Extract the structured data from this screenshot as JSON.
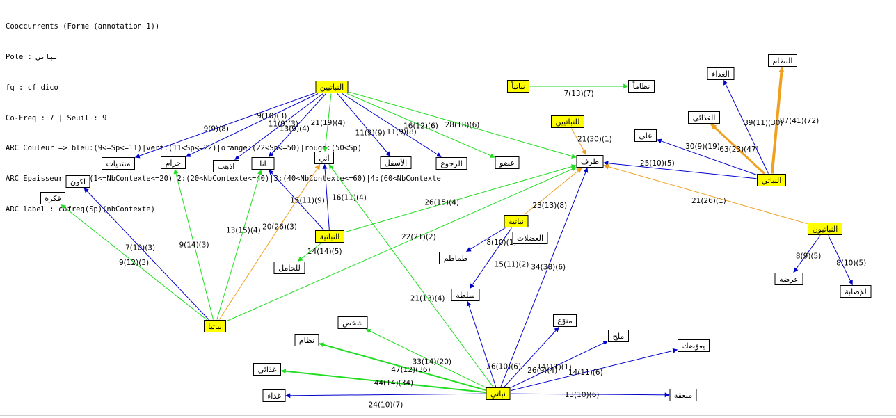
{
  "header": {
    "lines": [
      "Cooccurrents (Forme (annotation 1))",
      "Pole : نباتي",
      "fq : cf dico",
      "Co-Freq : 7 | Seuil : 9",
      "ARC Couleur => bleu:(9<=Sp<=11)|vert:(11<Sp<=22)|orange:(22<Sp<=50)|rouge:(50<Sp)",
      "ARC Epaisseur -> 1:(1<=NbContexte<=20)|2:(20<NbContexte<=40)|3:(40<NbContexte<=60)|4:(60<NbContexte",
      "ARC label : cofreq(Sp)(nbContexte)"
    ]
  },
  "colors": {
    "blue": "#0000cc",
    "green": "#22dd22",
    "orange": "#f0a020",
    "pole_fill": "#ffff00",
    "node_fill": "#ffffff"
  },
  "nodes": [
    {
      "id": "n_nabatiyin_top",
      "label": "النباتيين",
      "pole": true
    },
    {
      "id": "n_nabatiyan_top",
      "label": "نباتياً",
      "pole": true
    },
    {
      "id": "n_nizaman",
      "label": "نظاماً",
      "pole": false
    },
    {
      "id": "n_lilnabatiyin",
      "label": "للنباتيين",
      "pole": true
    },
    {
      "id": "n_ghidha_r",
      "label": "الغذاء",
      "pole": false
    },
    {
      "id": "n_nizam_r",
      "label": "النظام",
      "pole": false
    },
    {
      "id": "n_ghidhai_r",
      "label": "الغذائي",
      "pole": false
    },
    {
      "id": "n_ala",
      "label": "على",
      "pole": false
    },
    {
      "id": "n_taraf",
      "label": "طرف",
      "pole": false
    },
    {
      "id": "n_annabati",
      "label": "النباتي",
      "pole": true
    },
    {
      "id": "n_annabatiyun",
      "label": "النباتيون",
      "pole": true
    },
    {
      "id": "n_arda",
      "label": "عرضة",
      "pole": false
    },
    {
      "id": "n_lilisaba",
      "label": "للإصابة",
      "pole": false
    },
    {
      "id": "n_muntadayat",
      "label": "منتديات",
      "pole": false
    },
    {
      "id": "n_haram",
      "label": "حرام",
      "pole": false
    },
    {
      "id": "n_adhhab",
      "label": "اذهب",
      "pole": false
    },
    {
      "id": "n_ana",
      "label": "انا",
      "pole": false
    },
    {
      "id": "n_ani",
      "label": "اني",
      "pole": false
    },
    {
      "id": "n_asfal",
      "label": "الأسفل",
      "pole": false
    },
    {
      "id": "n_rujua",
      "label": "الرجوع",
      "pole": false
    },
    {
      "id": "n_udw",
      "label": "عضو",
      "pole": false
    },
    {
      "id": "n_akun",
      "label": "اكون",
      "pole": false
    },
    {
      "id": "n_fikra",
      "label": "فكرة",
      "pole": false
    },
    {
      "id": "n_annabatiya",
      "label": "النباتية",
      "pole": true
    },
    {
      "id": "n_nabatiya_mid",
      "label": "نباتية",
      "pole": true
    },
    {
      "id": "n_adalat",
      "label": "العضلات",
      "pole": false
    },
    {
      "id": "n_tamatim",
      "label": "طماطم",
      "pole": false
    },
    {
      "id": "n_salata",
      "label": "سلطة",
      "pole": false
    },
    {
      "id": "n_lilhamil",
      "label": "للحامل",
      "pole": false
    },
    {
      "id": "n_nabatiyan_bot",
      "label": "نباتيا",
      "pole": true
    },
    {
      "id": "n_shakhs",
      "label": "شخص",
      "pole": false
    },
    {
      "id": "n_nizam_b",
      "label": "نظام",
      "pole": false
    },
    {
      "id": "n_ghidhai_b",
      "label": "غذائي",
      "pole": false
    },
    {
      "id": "n_ghidha_b",
      "label": "غذاء",
      "pole": false
    },
    {
      "id": "n_nabati",
      "label": "نباتي",
      "pole": true
    },
    {
      "id": "n_munawwa",
      "label": "منوّع",
      "pole": false
    },
    {
      "id": "n_milh",
      "label": "ملح",
      "pole": false
    },
    {
      "id": "n_yuawwidak",
      "label": "يعوّضك",
      "pole": false
    },
    {
      "id": "n_milaqa",
      "label": "ملعقة",
      "pole": false
    }
  ],
  "edges": [
    {
      "from": "n_nabatiyin_top",
      "to": "n_muntadayat",
      "label": "9(9)(8)",
      "color": "blue",
      "width": 1
    },
    {
      "from": "n_nabatiyin_top",
      "to": "n_haram",
      "label": "9(10)(3)",
      "color": "blue",
      "width": 1
    },
    {
      "from": "n_nabatiyin_top",
      "to": "n_adhhab",
      "label": "11(9)(3)",
      "color": "blue",
      "width": 1
    },
    {
      "from": "n_nabatiyin_top",
      "to": "n_ana",
      "label": "13(9)(4)",
      "color": "blue",
      "width": 1
    },
    {
      "from": "n_nabatiyin_top",
      "to": "n_ani",
      "label": "21(19)(4)",
      "color": "green",
      "width": 1
    },
    {
      "from": "n_nabatiyin_top",
      "to": "n_asfal",
      "label": "11(9)(9)",
      "color": "blue",
      "width": 1
    },
    {
      "from": "n_nabatiyin_top",
      "to": "n_rujua",
      "label": "11(9)(8)",
      "color": "blue",
      "width": 1
    },
    {
      "from": "n_nabatiyin_top",
      "to": "n_udw",
      "label": "16(12)(6)",
      "color": "green",
      "width": 1
    },
    {
      "from": "n_nabatiyin_top",
      "to": "n_taraf",
      "label": "28(18)(6)",
      "color": "green",
      "width": 1
    },
    {
      "from": "n_nabatiyan_top",
      "to": "n_nizaman",
      "label": "7(13)(7)",
      "color": "green",
      "width": 1
    },
    {
      "from": "n_lilnabatiyin",
      "to": "n_taraf",
      "label": "21(30)(1)",
      "color": "orange",
      "width": 1
    },
    {
      "from": "n_annabati",
      "to": "n_ghidha_r",
      "label": "39(11)(30)",
      "color": "blue",
      "width": 1
    },
    {
      "from": "n_annabati",
      "to": "n_nizam_r",
      "label": "87(41)(72)",
      "color": "orange",
      "width": 4
    },
    {
      "from": "n_annabati",
      "to": "n_ghidhai_r",
      "label": "63(23)(47)",
      "color": "orange",
      "width": 3
    },
    {
      "from": "n_annabati",
      "to": "n_ala",
      "label": "30(9)(19)",
      "color": "blue",
      "width": 1
    },
    {
      "from": "n_annabati",
      "to": "n_taraf",
      "label": "25(10)(5)",
      "color": "blue",
      "width": 1
    },
    {
      "from": "n_annabatiyun",
      "to": "n_taraf",
      "label": "21(26)(1)",
      "color": "orange",
      "width": 1
    },
    {
      "from": "n_annabatiyun",
      "to": "n_arda",
      "label": "8(9)(5)",
      "color": "blue",
      "width": 1
    },
    {
      "from": "n_annabatiyun",
      "to": "n_lilisaba",
      "label": "8(10)(5)",
      "color": "blue",
      "width": 1
    },
    {
      "from": "n_annabatiya",
      "to": "n_ana",
      "label": "15(11)(9)",
      "color": "blue",
      "width": 1
    },
    {
      "from": "n_annabatiya",
      "to": "n_ani",
      "label": "16(11)(4)",
      "color": "blue",
      "width": 1
    },
    {
      "from": "n_annabatiya",
      "to": "n_taraf",
      "label": "26(15)(4)",
      "color": "green",
      "width": 1
    },
    {
      "from": "n_annabatiya",
      "to": "n_lilhamil",
      "label": "14(14)(5)",
      "color": "green",
      "width": 1
    },
    {
      "from": "n_nabatiya_mid",
      "to": "n_taraf",
      "label": "23(13)(8)",
      "color": "orange",
      "width": 1
    },
    {
      "from": "n_nabatiya_mid",
      "to": "n_tamatim",
      "label": "8(10)(1)",
      "color": "blue",
      "width": 1
    },
    {
      "from": "n_nabatiya_mid",
      "to": "n_salata",
      "label": "15(11)(2)",
      "color": "blue",
      "width": 1
    },
    {
      "from": "n_nabatiyan_bot",
      "to": "n_akun",
      "label": "7(10)(3)",
      "color": "blue",
      "width": 1
    },
    {
      "from": "n_nabatiyan_bot",
      "to": "n_fikra",
      "label": "9(12)(3)",
      "color": "green",
      "width": 1
    },
    {
      "from": "n_nabatiyan_bot",
      "to": "n_haram",
      "label": "9(14)(3)",
      "color": "green",
      "width": 1
    },
    {
      "from": "n_nabatiyan_bot",
      "to": "n_ana",
      "label": "13(15)(4)",
      "color": "green",
      "width": 1
    },
    {
      "from": "n_nabatiyan_bot",
      "to": "n_ani",
      "label": "20(26)(3)",
      "color": "orange",
      "width": 1
    },
    {
      "from": "n_nabatiyan_bot",
      "to": "n_taraf",
      "label": "22(21)(2)",
      "color": "green",
      "width": 1
    },
    {
      "from": "n_nabati",
      "to": "n_ani",
      "label": "21(13)(4)",
      "color": "green",
      "width": 1
    },
    {
      "from": "n_nabati",
      "to": "n_taraf",
      "label": "34(38)(6)",
      "color": "blue",
      "width": 1
    },
    {
      "from": "n_nabati",
      "to": "n_salata",
      "label": "26(9)(4)",
      "color": "blue",
      "width": 1
    },
    {
      "from": "n_nabati",
      "to": "n_shakhs",
      "label": "33(14)(20)",
      "color": "green",
      "width": 1
    },
    {
      "from": "n_nabati",
      "to": "n_nizam_b",
      "label": "47(12)(36)",
      "color": "green",
      "width": 2
    },
    {
      "from": "n_nabati",
      "to": "n_ghidhai_b",
      "label": "44(14)(34)",
      "color": "green",
      "width": 2
    },
    {
      "from": "n_nabati",
      "to": "n_ghidha_b",
      "label": "24(10)(7)",
      "color": "blue",
      "width": 1
    },
    {
      "from": "n_nabati",
      "to": "n_munawwa",
      "label": "26(10)(6)",
      "color": "blue",
      "width": 1
    },
    {
      "from": "n_nabati",
      "to": "n_milh",
      "label": "14(11)(1)",
      "color": "blue",
      "width": 1
    },
    {
      "from": "n_nabati",
      "to": "n_yuawwidak",
      "label": "14(11)(6)",
      "color": "blue",
      "width": 1
    },
    {
      "from": "n_nabati",
      "to": "n_milaqa",
      "label": "13(10)(6)",
      "color": "blue",
      "width": 1
    }
  ]
}
